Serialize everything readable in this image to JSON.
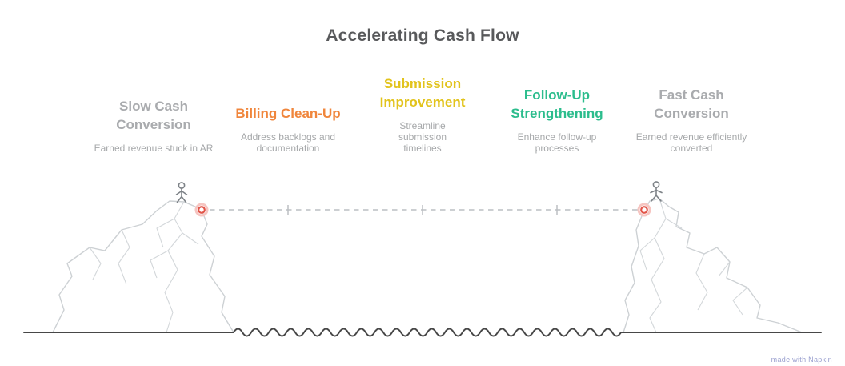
{
  "title": "Accelerating Cash Flow",
  "steps": [
    {
      "label": "Slow Cash Conversion",
      "sublabel": "Earned revenue stuck in AR",
      "color": "#a9abae"
    },
    {
      "label": "Billing Clean-Up",
      "sublabel": "Address backlogs and documentation",
      "color": "#f0863c"
    },
    {
      "label": "Submission Improvement",
      "sublabel": "Streamline submission timelines",
      "color": "#e2c31b"
    },
    {
      "label": "Follow-Up Strengthening",
      "sublabel": "Enhance follow-up processes",
      "color": "#2cbd8d"
    },
    {
      "label": "Fast Cash Conversion",
      "sublabel": "Earned revenue efficiently converted",
      "color": "#a9abae"
    }
  ],
  "colors": {
    "title": "#58595b",
    "subtitle_gray": "#a6a8aa",
    "line_dark": "#474747",
    "dash_gray": "#bcbfc3",
    "marker_red": "#e25549"
  },
  "icons": {
    "left_marker": "start-marker-icon",
    "right_marker": "end-marker-icon",
    "left_figure": "climber-icon",
    "right_figure": "climber-icon"
  },
  "watermark": "made with Napkin"
}
